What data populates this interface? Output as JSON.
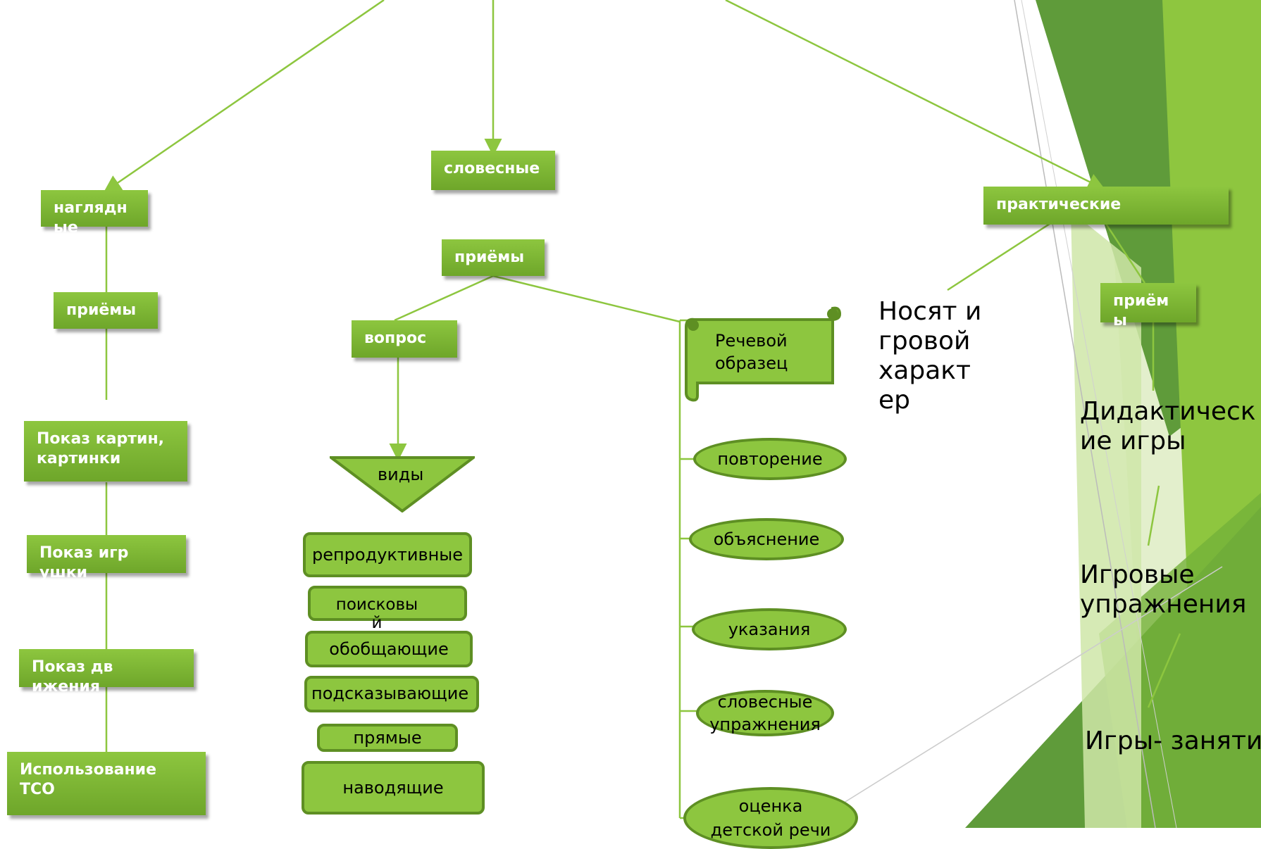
{
  "categories": {
    "visual": "наглядные",
    "verbal": "словесные",
    "practical": "практические"
  },
  "visual_branch": {
    "techniques": "приёмы",
    "items": [
      "Показ картин, картинки",
      "Показ игрушки",
      "Показ движения",
      "Использование ТСО"
    ]
  },
  "verbal_branch": {
    "techniques": "приёмы",
    "question": "вопрос",
    "types_label": "виды",
    "question_types": [
      "репродуктивные",
      "поисковый",
      "обобщающие",
      "подсказывающие",
      "прямые",
      "наводящие"
    ],
    "speech_sample": "Речевой образец",
    "methods": [
      "повторение",
      "объяснение",
      "указания",
      "словесные упражнения",
      "оценка детской речи"
    ]
  },
  "practical_branch": {
    "note": "Носят игровой характер",
    "techniques": "приёмы",
    "items": [
      "Дидактические игры",
      "Игровые упражнения",
      "Игры- занятия"
    ]
  },
  "colors": {
    "box_green": "#8dc63f",
    "line_green": "#8dc63f",
    "dark_green": "#5e8f23"
  }
}
